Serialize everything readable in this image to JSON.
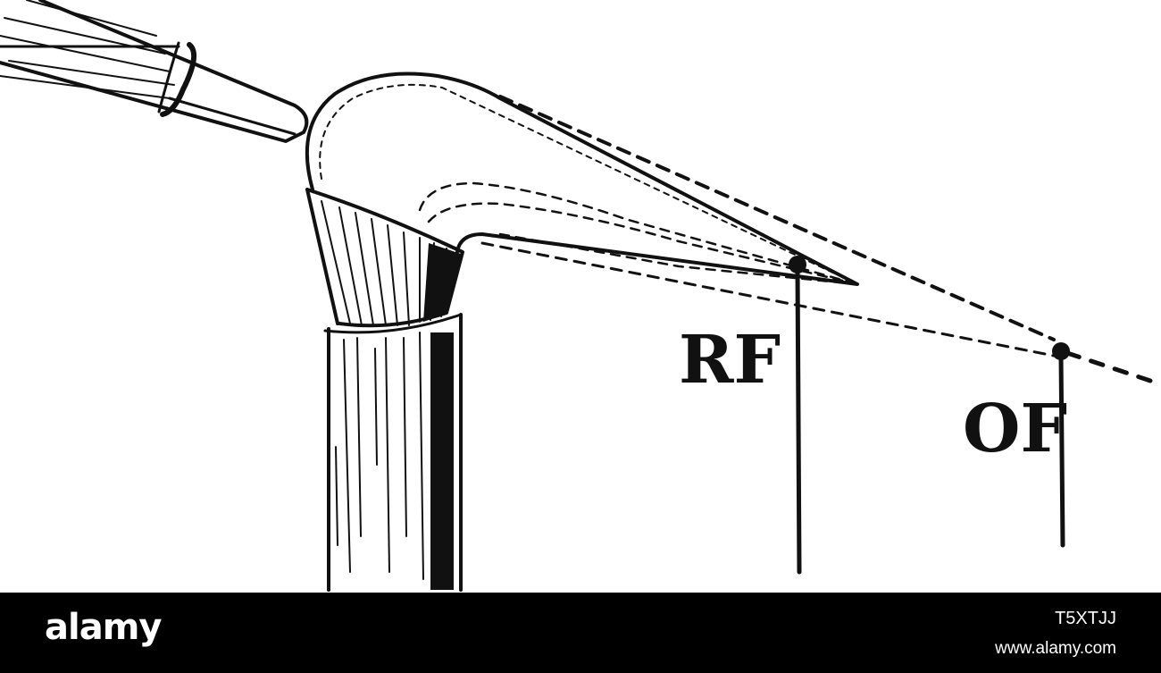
{
  "diagram": {
    "labels": {
      "rf": "RF",
      "of": "OF"
    },
    "colors": {
      "ink": "#111111",
      "paper": "#ffffff"
    }
  },
  "footer": {
    "brand": "alamy",
    "image_id": "T5XTJJ",
    "site": "www.alamy.com",
    "background": "#000000"
  }
}
